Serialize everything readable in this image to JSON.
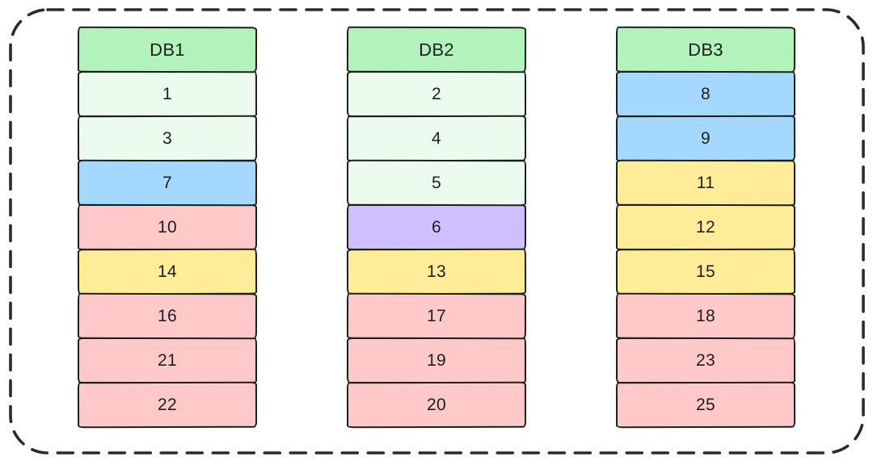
{
  "diagram": {
    "description": "Three database shard stacks inside a dashed boundary",
    "stroke_color": "#1e1e1e",
    "frame_color": "#2b2b2b",
    "palette": {
      "green": "#b2f2bb",
      "green-light": "#ebfbee",
      "blue": "#a5d8ff",
      "red": "#ffc9c9",
      "yellow": "#ffec99",
      "violet": "#d0bfff"
    },
    "header_color": "green",
    "columns": [
      {
        "title": "DB1",
        "rows": [
          {
            "label": "1",
            "color": "green-light"
          },
          {
            "label": "3",
            "color": "green-light"
          },
          {
            "label": "7",
            "color": "blue"
          },
          {
            "label": "10",
            "color": "red"
          },
          {
            "label": "14",
            "color": "yellow"
          },
          {
            "label": "16",
            "color": "red"
          },
          {
            "label": "21",
            "color": "red"
          },
          {
            "label": "22",
            "color": "red"
          }
        ]
      },
      {
        "title": "DB2",
        "rows": [
          {
            "label": "2",
            "color": "green-light"
          },
          {
            "label": "4",
            "color": "green-light"
          },
          {
            "label": "5",
            "color": "green-light"
          },
          {
            "label": "6",
            "color": "violet"
          },
          {
            "label": "13",
            "color": "yellow"
          },
          {
            "label": "17",
            "color": "red"
          },
          {
            "label": "19",
            "color": "red"
          },
          {
            "label": "20",
            "color": "red"
          }
        ]
      },
      {
        "title": "DB3",
        "rows": [
          {
            "label": "8",
            "color": "blue"
          },
          {
            "label": "9",
            "color": "blue"
          },
          {
            "label": "11",
            "color": "yellow"
          },
          {
            "label": "12",
            "color": "yellow"
          },
          {
            "label": "15",
            "color": "yellow"
          },
          {
            "label": "18",
            "color": "red"
          },
          {
            "label": "23",
            "color": "red"
          },
          {
            "label": "25",
            "color": "red"
          }
        ]
      }
    ]
  }
}
